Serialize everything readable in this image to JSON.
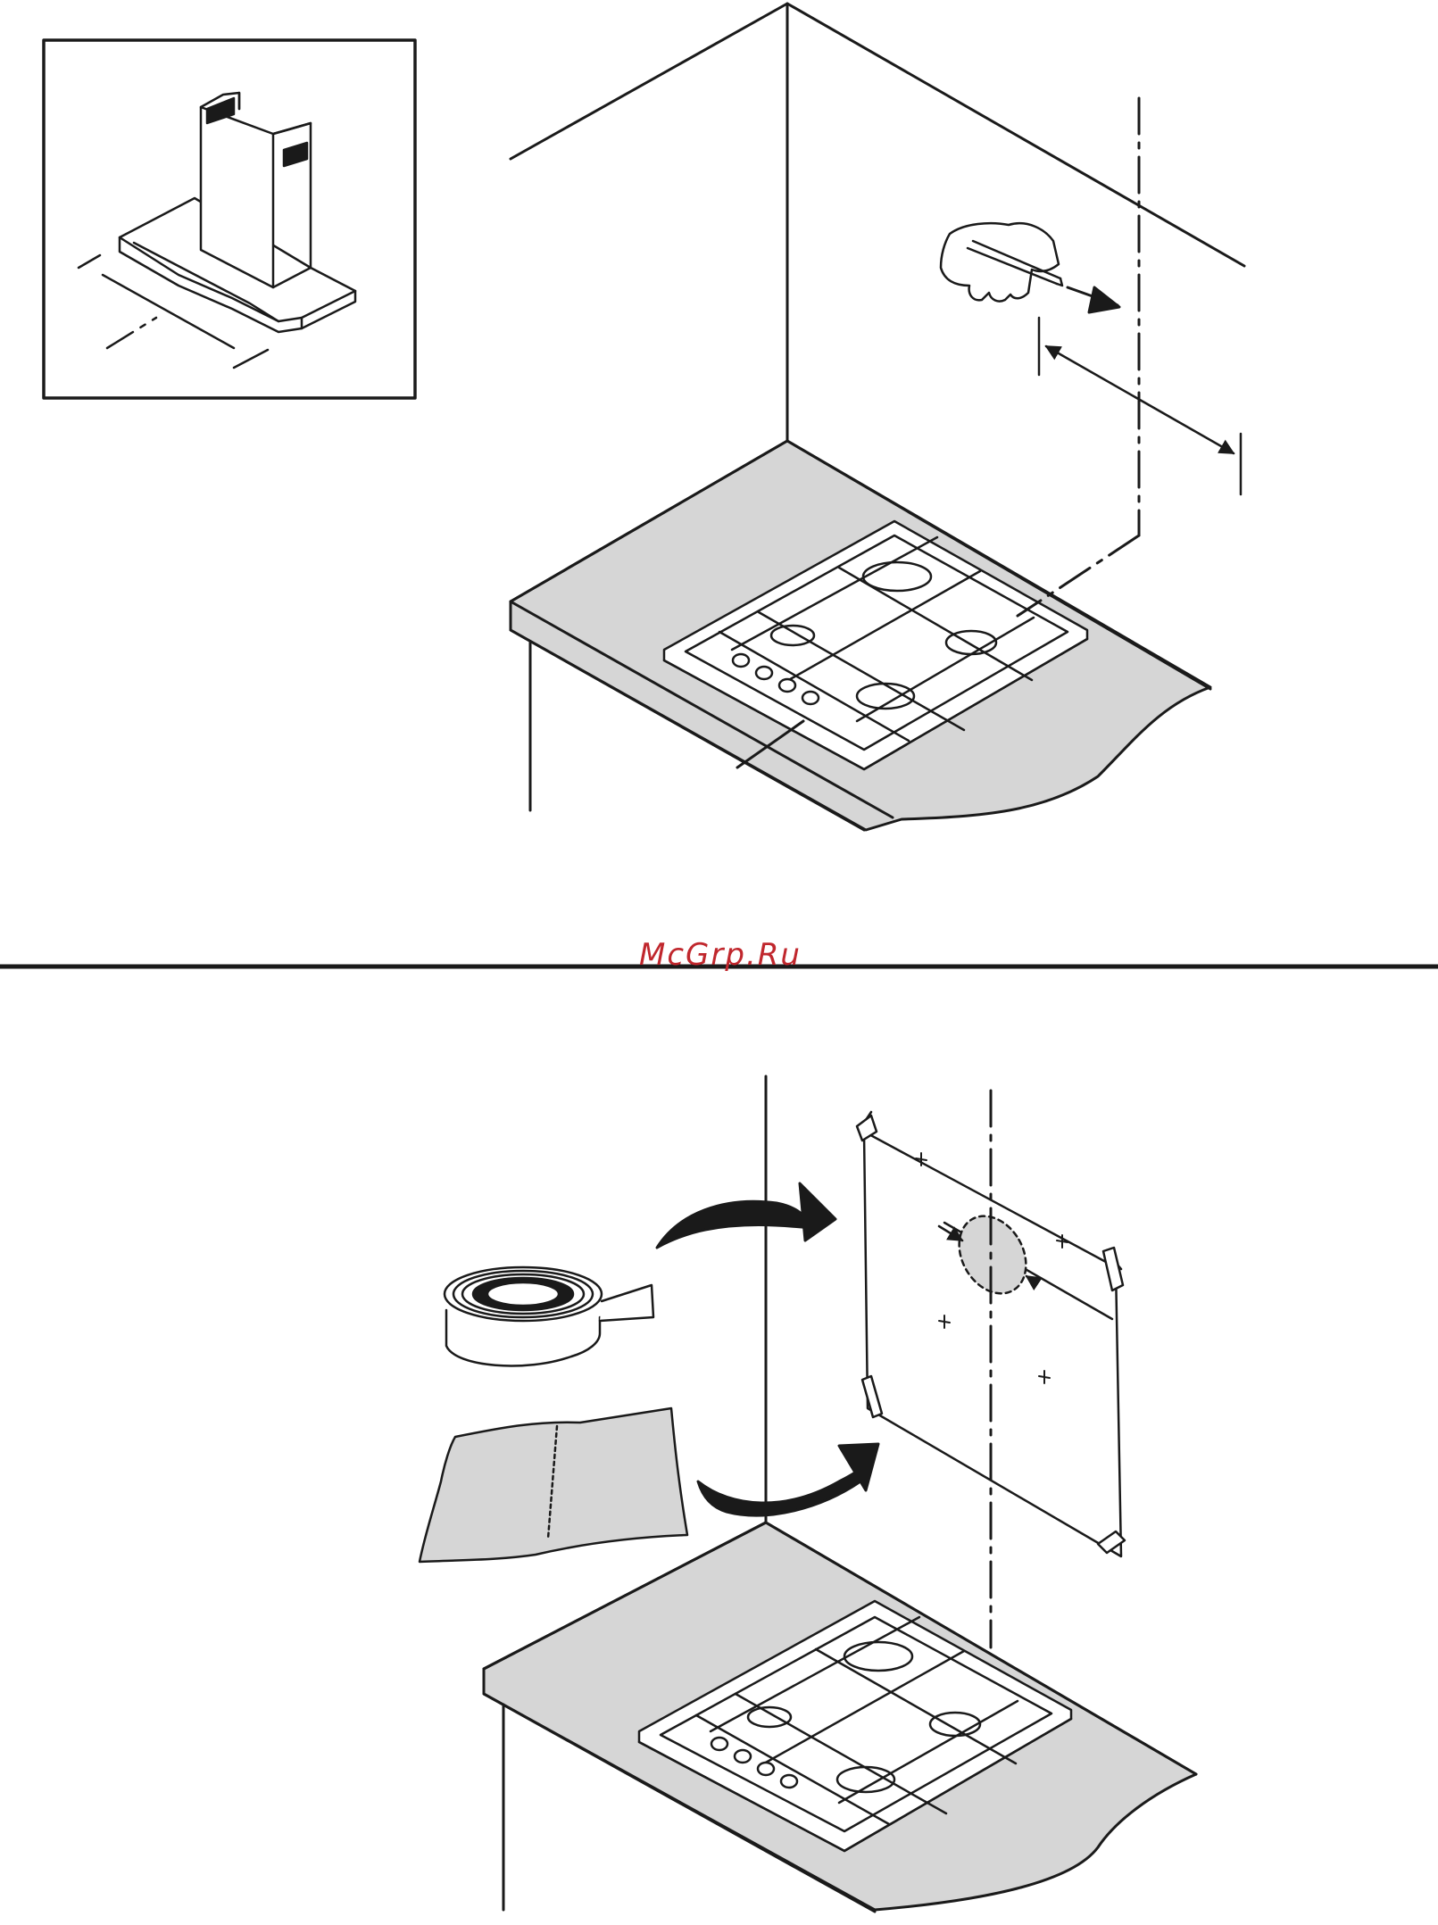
{
  "watermark": {
    "text": "McGrp.Ru"
  },
  "colors": {
    "line": "#1a1a1a",
    "surface": "#d6d6d6",
    "watermark": "#c0272d",
    "background": "#ffffff"
  },
  "panels": [
    {
      "name": "top-panel",
      "content": [
        "hood-inset",
        "wall-corner",
        "hand-with-pencil",
        "distance-arrow",
        "worktop",
        "gas-hob",
        "centre-line"
      ]
    },
    {
      "name": "bottom-panel",
      "content": [
        "wall",
        "adhesive-tape-roll",
        "paper-template",
        "curved-arrows",
        "hob",
        "worktop",
        "centre-line"
      ]
    }
  ]
}
